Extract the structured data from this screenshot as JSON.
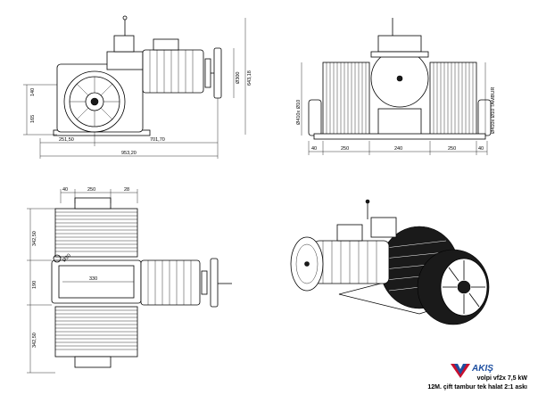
{
  "dims": {
    "v140": "140",
    "v165": "165",
    "h251": "251,50",
    "h701": "701,70",
    "h953": "953,20",
    "v300": "Ø300",
    "v643": "643,18",
    "d410a": "Ø410x Ø10",
    "d410b": "Ø410x Ø10 TAMBUR",
    "b40a": "40",
    "b250a": "250",
    "b240": "240",
    "b250b": "250",
    "b40b": "40",
    "t40": "40",
    "t250": "250",
    "t28": "28",
    "l342a": "342,50",
    "l190": "190",
    "l342b": "342,50",
    "l330": "330",
    "l20": "Ø20"
  },
  "brand": {
    "logo_text": "AKIŞ",
    "logo_color": "#1e4fa0",
    "accent": "#c8102e"
  },
  "caption": {
    "line1": "volpi vf2x 7,5 kW",
    "line2": "12M. çift tambur tek halat 2:1 askı"
  }
}
